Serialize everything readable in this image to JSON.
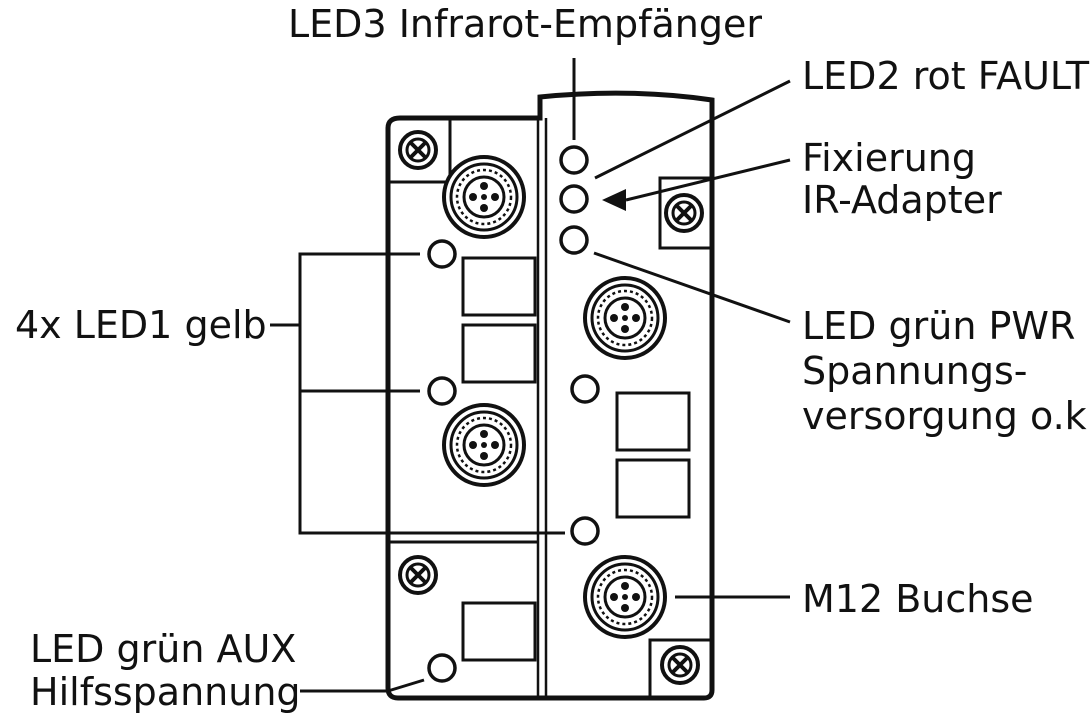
{
  "labels": {
    "led3": "LED3 Infrarot-Empfänger",
    "led2": "LED2 rot FAULT",
    "fix_line1": "Fixierung",
    "fix_line2": "IR-Adapter",
    "led1": "4x LED1 gelb",
    "pwr_line1": "LED grün PWR",
    "pwr_line2": "Spannungs-",
    "pwr_line3": "versorgung o.k",
    "m12": "M12 Buchse",
    "aux_line1": "LED grün AUX",
    "aux_line2": "Hilfsspannung"
  }
}
